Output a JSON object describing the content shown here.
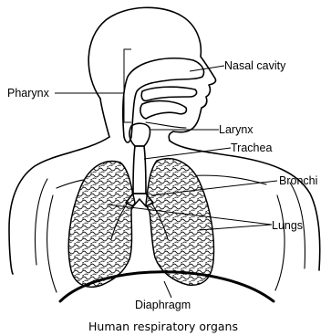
{
  "labels": {
    "nasal_cavity": "Nasal cavity",
    "pharynx": "Pharynx",
    "larynx": "Larynx",
    "trachea": "Trachea",
    "bronchi": "Bronchi",
    "lungs": "Lungs",
    "diaphragm": "Diaphragm"
  },
  "caption": "Human respiratory organs"
}
